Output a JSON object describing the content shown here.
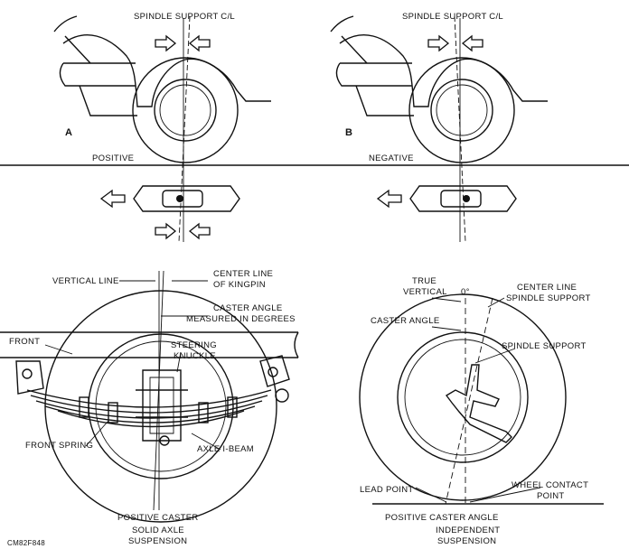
{
  "panel_a": {
    "letter": "A",
    "heading": "SPINDLE SUPPORT C/L",
    "caption": "POSITIVE"
  },
  "panel_b": {
    "letter": "B",
    "heading": "SPINDLE SUPPORT C/L",
    "caption": "NEGATIVE"
  },
  "solid_axle": {
    "vertical_line": "VERTICAL LINE",
    "kingpin_line1": "CENTER LINE",
    "kingpin_line2": "OF KINGPIN",
    "caster_angle_line1": "CASTER ANGLE",
    "caster_angle_line2": "MEASURED IN DEGREES",
    "front": "FRONT",
    "steering_line1": "STEERING",
    "steering_line2": "KNUCKLE",
    "front_spring": "FRONT SPRING",
    "axle_beam": "AXLE I-BEAM",
    "caption_main": "POSITIVE CASTER",
    "caption_sub1": "SOLID AXLE",
    "caption_sub2": "SUSPENSION"
  },
  "independent": {
    "true_vertical1": "TRUE",
    "true_vertical2": "VERTICAL",
    "zero_degree": "0°",
    "spindle_cl1": "CENTER LINE",
    "spindle_cl2": "SPINDLE SUPPORT",
    "caster_angle": "CASTER ANGLE",
    "spindle_support": "SPINDLE SUPPORT",
    "lead_point": "LEAD POINT",
    "contact1": "WHEEL CONTACT",
    "contact2": "POINT",
    "caption_main": "POSITIVE CASTER ANGLE",
    "caption_sub1": "INDEPENDENT",
    "caption_sub2": "SUSPENSION"
  },
  "figure_id": "CM82F848"
}
